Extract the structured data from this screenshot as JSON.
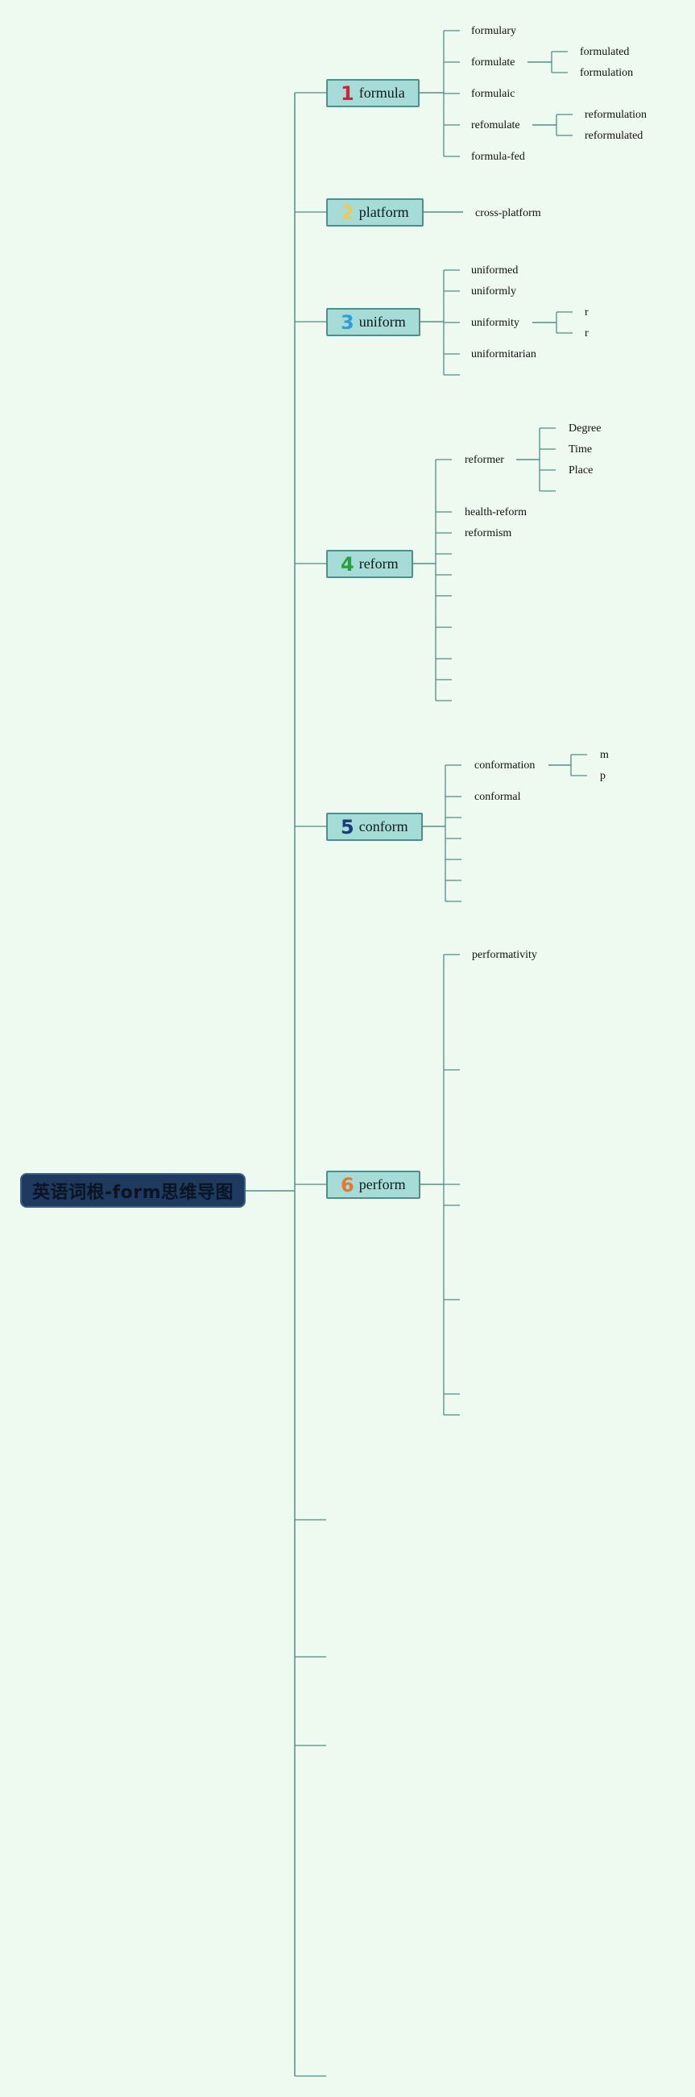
{
  "root": {
    "title": "英语词根-form思维导图"
  },
  "colors": {
    "background": "#eef9ef",
    "root_fill": "#1e3a5f",
    "node_fill": "#a6dcd7",
    "line": "#4f8f88"
  },
  "branches": [
    {
      "number": "1",
      "number_color": "#d62035",
      "label": "formula",
      "children": [
        "formulary",
        "formulate",
        "formulaic",
        "refomulate",
        "formula-fed"
      ],
      "grandchildren": {
        "formulate": [
          "formulated",
          "formulation"
        ],
        "refomulate": [
          "reformulation",
          "reformulated"
        ]
      }
    },
    {
      "number": "2",
      "number_color": "#f2c94c",
      "label": "platform",
      "children": [
        "cross-platform"
      ]
    },
    {
      "number": "3",
      "number_color": "#2d9fd9",
      "label": "uniform",
      "children": [
        "uniformed",
        "uniformly",
        "uniformity",
        "uniformitarian"
      ],
      "grandchildren": {
        "uniformity": [
          "r",
          "r"
        ]
      }
    },
    {
      "number": "4",
      "number_color": "#2aa138",
      "label": "reform",
      "children": [
        "reformer",
        "health-reform",
        "reformism"
      ],
      "grandchildren": {
        "reformer": [
          "Degree",
          "Time",
          "Place"
        ]
      }
    },
    {
      "number": "5",
      "number_color": "#1b3b7a",
      "label": "conform",
      "children": [
        "conformation",
        "conformal"
      ],
      "grandchildren": {
        "conformation": [
          "m",
          "p"
        ]
      }
    },
    {
      "number": "6",
      "number_color": "#e8772e",
      "label": "perform",
      "children": [
        "performativity"
      ]
    }
  ]
}
